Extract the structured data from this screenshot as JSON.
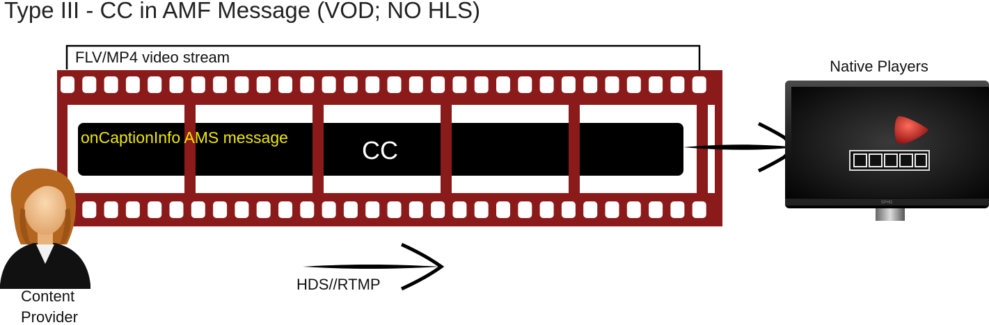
{
  "title": "Type III - CC in  AMF Message (VOD; NO HLS)",
  "stream_label": "FLV/MP4 video stream",
  "message_label_part1": "onCaptionInfo",
  "message_label_part2": " AMS message",
  "cc_label": "CC",
  "protocol_label": "HDS//RTMP",
  "player_label": "Native Players",
  "provider_label_line1": "Content",
  "provider_label_line2": "Provider",
  "tv_brand": "SPHD",
  "colors": {
    "film": "#8b1a1a",
    "caption_bar": "#000000",
    "caption_text": "#f0e800",
    "cc_text": "#ffffff",
    "play_button": "#c0392b",
    "hair": "#b4651e",
    "skin": "#f2c496",
    "suit": "#111111"
  },
  "icons": [
    "film-strip-icon",
    "television-icon",
    "play-icon",
    "person-icon",
    "arrow-icon"
  ]
}
